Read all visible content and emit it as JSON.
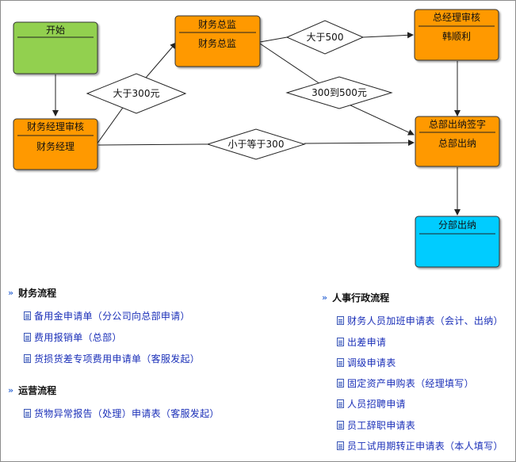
{
  "flow": {
    "nodes": {
      "start": {
        "title": "开始",
        "sub": "",
        "color": "#92d050"
      },
      "fin_mgr": {
        "title": "财务经理审核",
        "sub": "财务经理",
        "color": "#ff9900"
      },
      "fin_dir": {
        "title": "财务总监",
        "sub": "财务总监",
        "color": "#ff9900"
      },
      "gm": {
        "title": "总经理审核",
        "sub": "韩顺利",
        "color": "#ff9900"
      },
      "hq_cashier": {
        "title": "总部出纳签字",
        "sub": "总部出纳",
        "color": "#ff9900"
      },
      "branch_cashier": {
        "title": "分部出纳",
        "sub": "",
        "color": "#00ccff"
      }
    },
    "decisions": {
      "gt300": "大于300元",
      "gt500": "大于500",
      "r300_500": "300到500元",
      "le300": "小于等于300"
    }
  },
  "finance": {
    "heading": "财务流程",
    "links": [
      "备用金申请单（分公司向总部申请）",
      "费用报销单（总部）",
      "货损货差专项费用申请单（客服发起）"
    ]
  },
  "operations": {
    "heading": "运营流程",
    "links": [
      "货物异常报告（处理）申请表（客服发起）"
    ]
  },
  "hr": {
    "heading": "人事行政流程",
    "links": [
      "财务人员加班申请表（会计、出纳）",
      "出差申请",
      "调级申请表",
      "固定资产申购表（经理填写）",
      "人员招聘申请",
      "员工辞职申请表",
      "员工试用期转正申请表（本人填写）"
    ]
  }
}
